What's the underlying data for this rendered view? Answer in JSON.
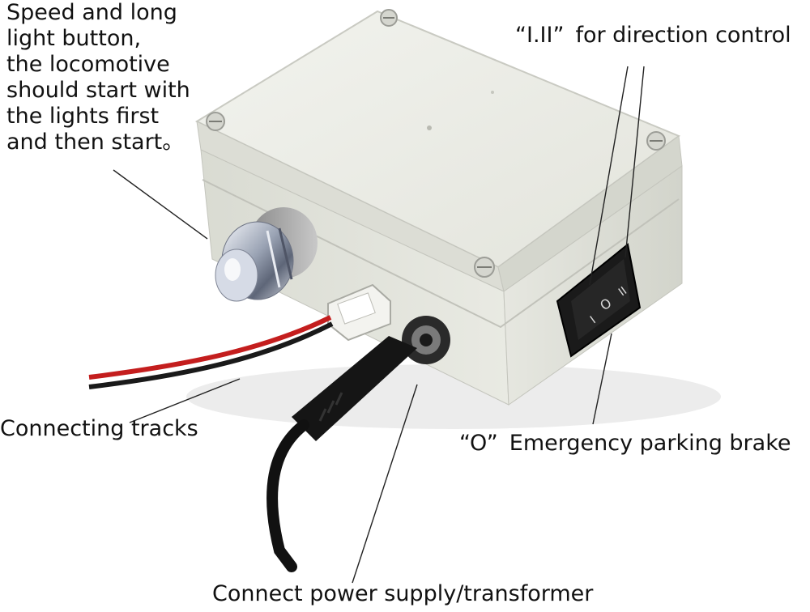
{
  "labels": {
    "speed_lines": [
      "Speed and long",
      "light button,",
      "the locomotive",
      "should start with",
      "the lights first",
      "and then start。"
    ],
    "direction_symbol": "“I.II”",
    "direction_text": "for direction control",
    "brake_symbol": "“O”",
    "brake_text": "Emergency parking brake",
    "tracks": "Connecting tracks",
    "power": "Connect power supply/transformer"
  },
  "colors": {
    "box_body": "#e7e8e1",
    "box_top": "#ecede6",
    "switch": "#141414",
    "wire_red": "#c41e1e",
    "cable": "#111111"
  }
}
